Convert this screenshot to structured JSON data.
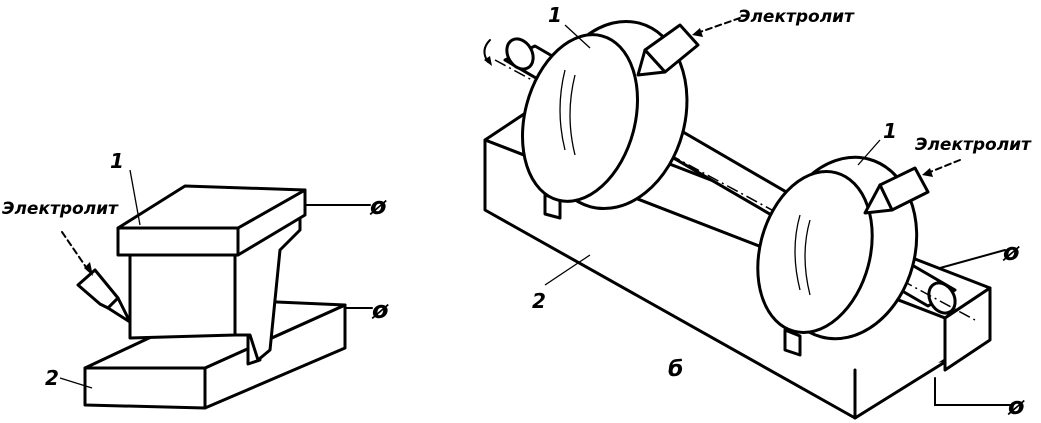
{
  "left": {
    "part_label": "1",
    "base_label": "2",
    "electrolyte_label": "Электролит",
    "terminal_top": "ø",
    "terminal_bottom": "ø"
  },
  "right": {
    "wheel_label_top": "1",
    "wheel_label_right": "1",
    "base_label": "2",
    "electrolyte_label_top": "Электролит",
    "electrolyte_label_right": "Электролит",
    "terminal_top": "ø",
    "terminal_bottom": "ø",
    "figure_label": "б"
  }
}
